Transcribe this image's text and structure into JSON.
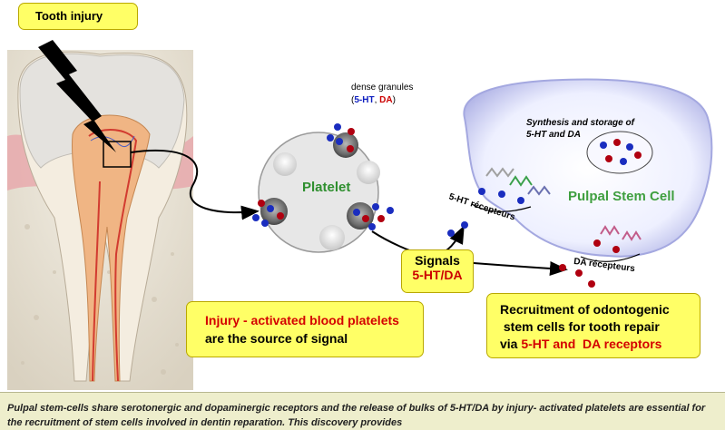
{
  "labels": {
    "tooth_injury": "Tooth injury",
    "dense_granules": "dense granules",
    "dense_ht": "5-HT",
    "dense_sep": ", ",
    "dense_da": "DA",
    "platelet": "Platelet",
    "pulpal_stem_cell": "Pulpal Stem Cell",
    "synthesis_line1": "Synthesis and storage of",
    "synthesis_line2": "5-HT and  DA",
    "ht_receptors": "5-HT récepteurs",
    "da_receptors": "DA récepteurs",
    "signals_line1": "Signals",
    "signals_line2": "5-HT/DA"
  },
  "injury_box": {
    "line1": "Injury - activated blood platelets",
    "line2": "are the source of signal"
  },
  "recruitment_box": {
    "line1": "Recruitment of odontogenic",
    "line2": " stem cells for tooth repair",
    "line3_prefix": "via ",
    "line3_red": "5-HT and  DA receptors"
  },
  "caption": {
    "text": "Pulpal stem-cells share serotonergic and dopaminergic receptors and the release of  bulks of 5-HT/DA by injury- activated platelets are essential for the recruitment of stem cells involved  in dentin reparation. This discovery provides"
  },
  "colors": {
    "serotonin_dot": "#1a2dbf",
    "dopamine_dot": "#b00010",
    "highlight_box": "#ffff66"
  },
  "icons": [
    "lightning-bolt-icon",
    "tooth-illustration",
    "platelet-cell",
    "stem-cell",
    "receptor-helix-icon"
  ]
}
